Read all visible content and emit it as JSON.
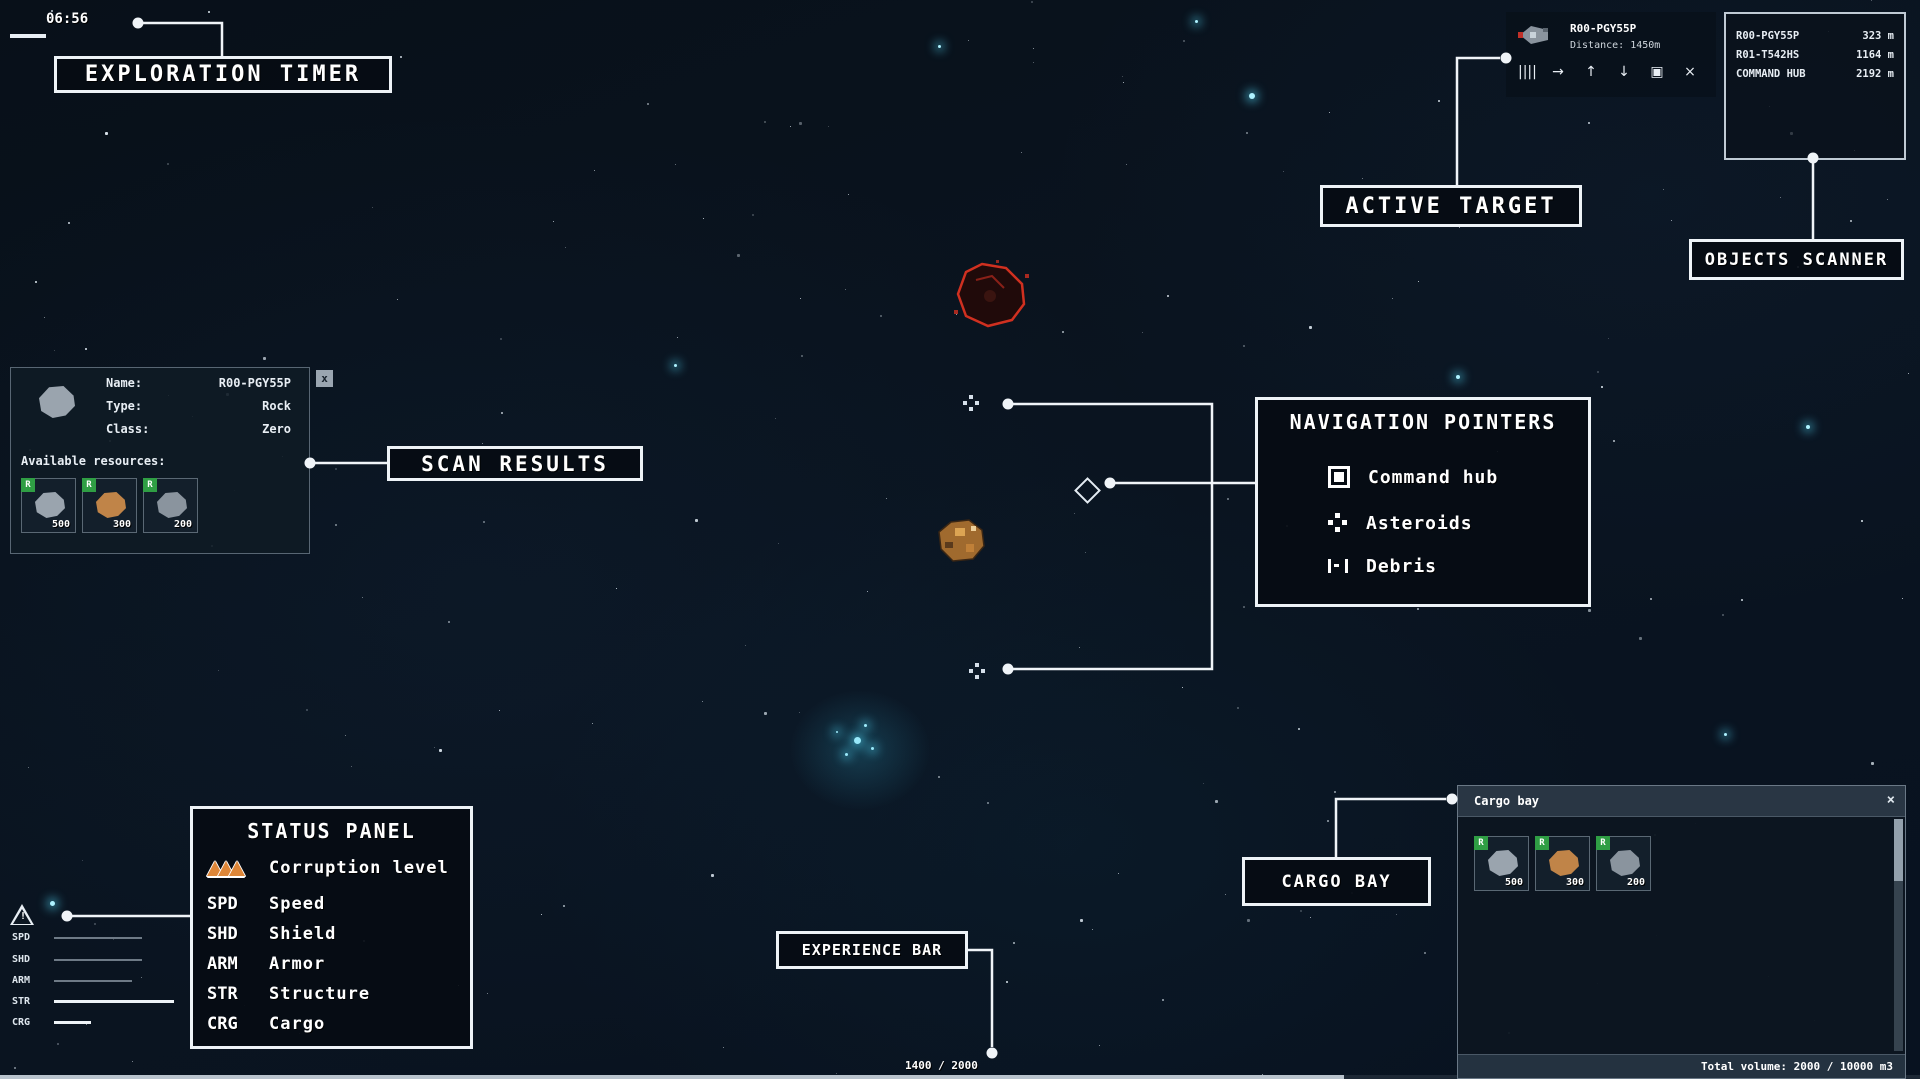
{
  "colors": {
    "callout_border": "#eef3f7",
    "target_red": "#d03020",
    "resource_badge_green": "#2f9e44",
    "accent_cyan": "#aef2ff",
    "bar_gray": "#6e7a86",
    "bar_white": "#eef3f7"
  },
  "timer": {
    "value": "06:56"
  },
  "callouts": {
    "exploration_timer": "EXPLORATION TIMER",
    "active_target": "ACTIVE TARGET",
    "objects_scanner": "OBJECTS SCANNER",
    "scan_results": "SCAN RESULTS",
    "status_panel": "STATUS PANEL",
    "experience_bar": "EXPERIENCE BAR",
    "cargo_bay": "CARGO BAY"
  },
  "active_target": {
    "name": "R00-PGY55P",
    "distance": "Distance: 1450m",
    "icons": [
      {
        "name": "throttle-bars-icon",
        "glyph": "||||"
      },
      {
        "name": "approach-icon",
        "glyph": "→"
      },
      {
        "name": "loot-icon",
        "glyph": "↑"
      },
      {
        "name": "unload-icon",
        "glyph": "↓"
      },
      {
        "name": "dock-icon",
        "glyph": "▣"
      },
      {
        "name": "close-icon",
        "glyph": "×"
      }
    ]
  },
  "objects_scanner": {
    "rows": [
      {
        "name": "R00-PGY55P",
        "distance": "323 m"
      },
      {
        "name": "R01-T542HS",
        "distance": "1164 m"
      },
      {
        "name": "COMMAND HUB",
        "distance": "2192 m"
      }
    ]
  },
  "scan_results": {
    "close_label": "x",
    "fields": [
      {
        "key": "Name:",
        "value": "R00-PGY55P"
      },
      {
        "key": "Type:",
        "value": "Rock"
      },
      {
        "key": "Class:",
        "value": "Zero"
      }
    ],
    "resources_title": "Available resources:",
    "resources": [
      {
        "badge": "R",
        "value": "500",
        "icon_style": "background:#9aa4ae"
      },
      {
        "badge": "R",
        "value": "300",
        "icon_style": "background:#c08448"
      },
      {
        "badge": "R",
        "value": "200",
        "icon_style": "background:#8a949e"
      }
    ]
  },
  "navigation_pointers": {
    "title": "NAVIGATION POINTERS",
    "items": [
      {
        "label": "Command hub"
      },
      {
        "label": "Asteroids"
      },
      {
        "label": "Debris"
      }
    ]
  },
  "status_panel": {
    "title": "STATUS PANEL",
    "corruption_label": "Corruption level",
    "stats": [
      {
        "abbr": "SPD",
        "label": "Speed"
      },
      {
        "abbr": "SHD",
        "label": "Shield"
      },
      {
        "abbr": "ARM",
        "label": "Armor"
      },
      {
        "abbr": "STR",
        "label": "Structure"
      },
      {
        "abbr": "CRG",
        "label": "Cargo"
      }
    ]
  },
  "status_hud": {
    "warning_mark": "!",
    "bars": [
      {
        "abbr": "SPD",
        "style": "width:88px;height:2px;background:#6e7a86"
      },
      {
        "abbr": "SHD",
        "style": "width:88px;height:2px;background:#6e7a86"
      },
      {
        "abbr": "ARM",
        "style": "width:78px;height:2px;background:#6e7a86"
      },
      {
        "abbr": "STR",
        "style": "width:120px;height:3px;background:#eef3f7"
      },
      {
        "abbr": "CRG",
        "style": "width:37px;height:3px;background:#eef3f7"
      }
    ]
  },
  "experience": {
    "value": "1400 / 2000",
    "fill_style": "width:1344px;background:#b9c3cd"
  },
  "cargo_bay": {
    "title": "Cargo bay",
    "close_label": "×",
    "items": [
      {
        "badge": "R",
        "value": "500",
        "icon_style": "background:#9aa4ae"
      },
      {
        "badge": "R",
        "value": "300",
        "icon_style": "background:#c08448"
      },
      {
        "badge": "R",
        "value": "200",
        "icon_style": "background:#8a949e"
      }
    ],
    "total": "Total volume: 2000 / 10000 m3"
  }
}
